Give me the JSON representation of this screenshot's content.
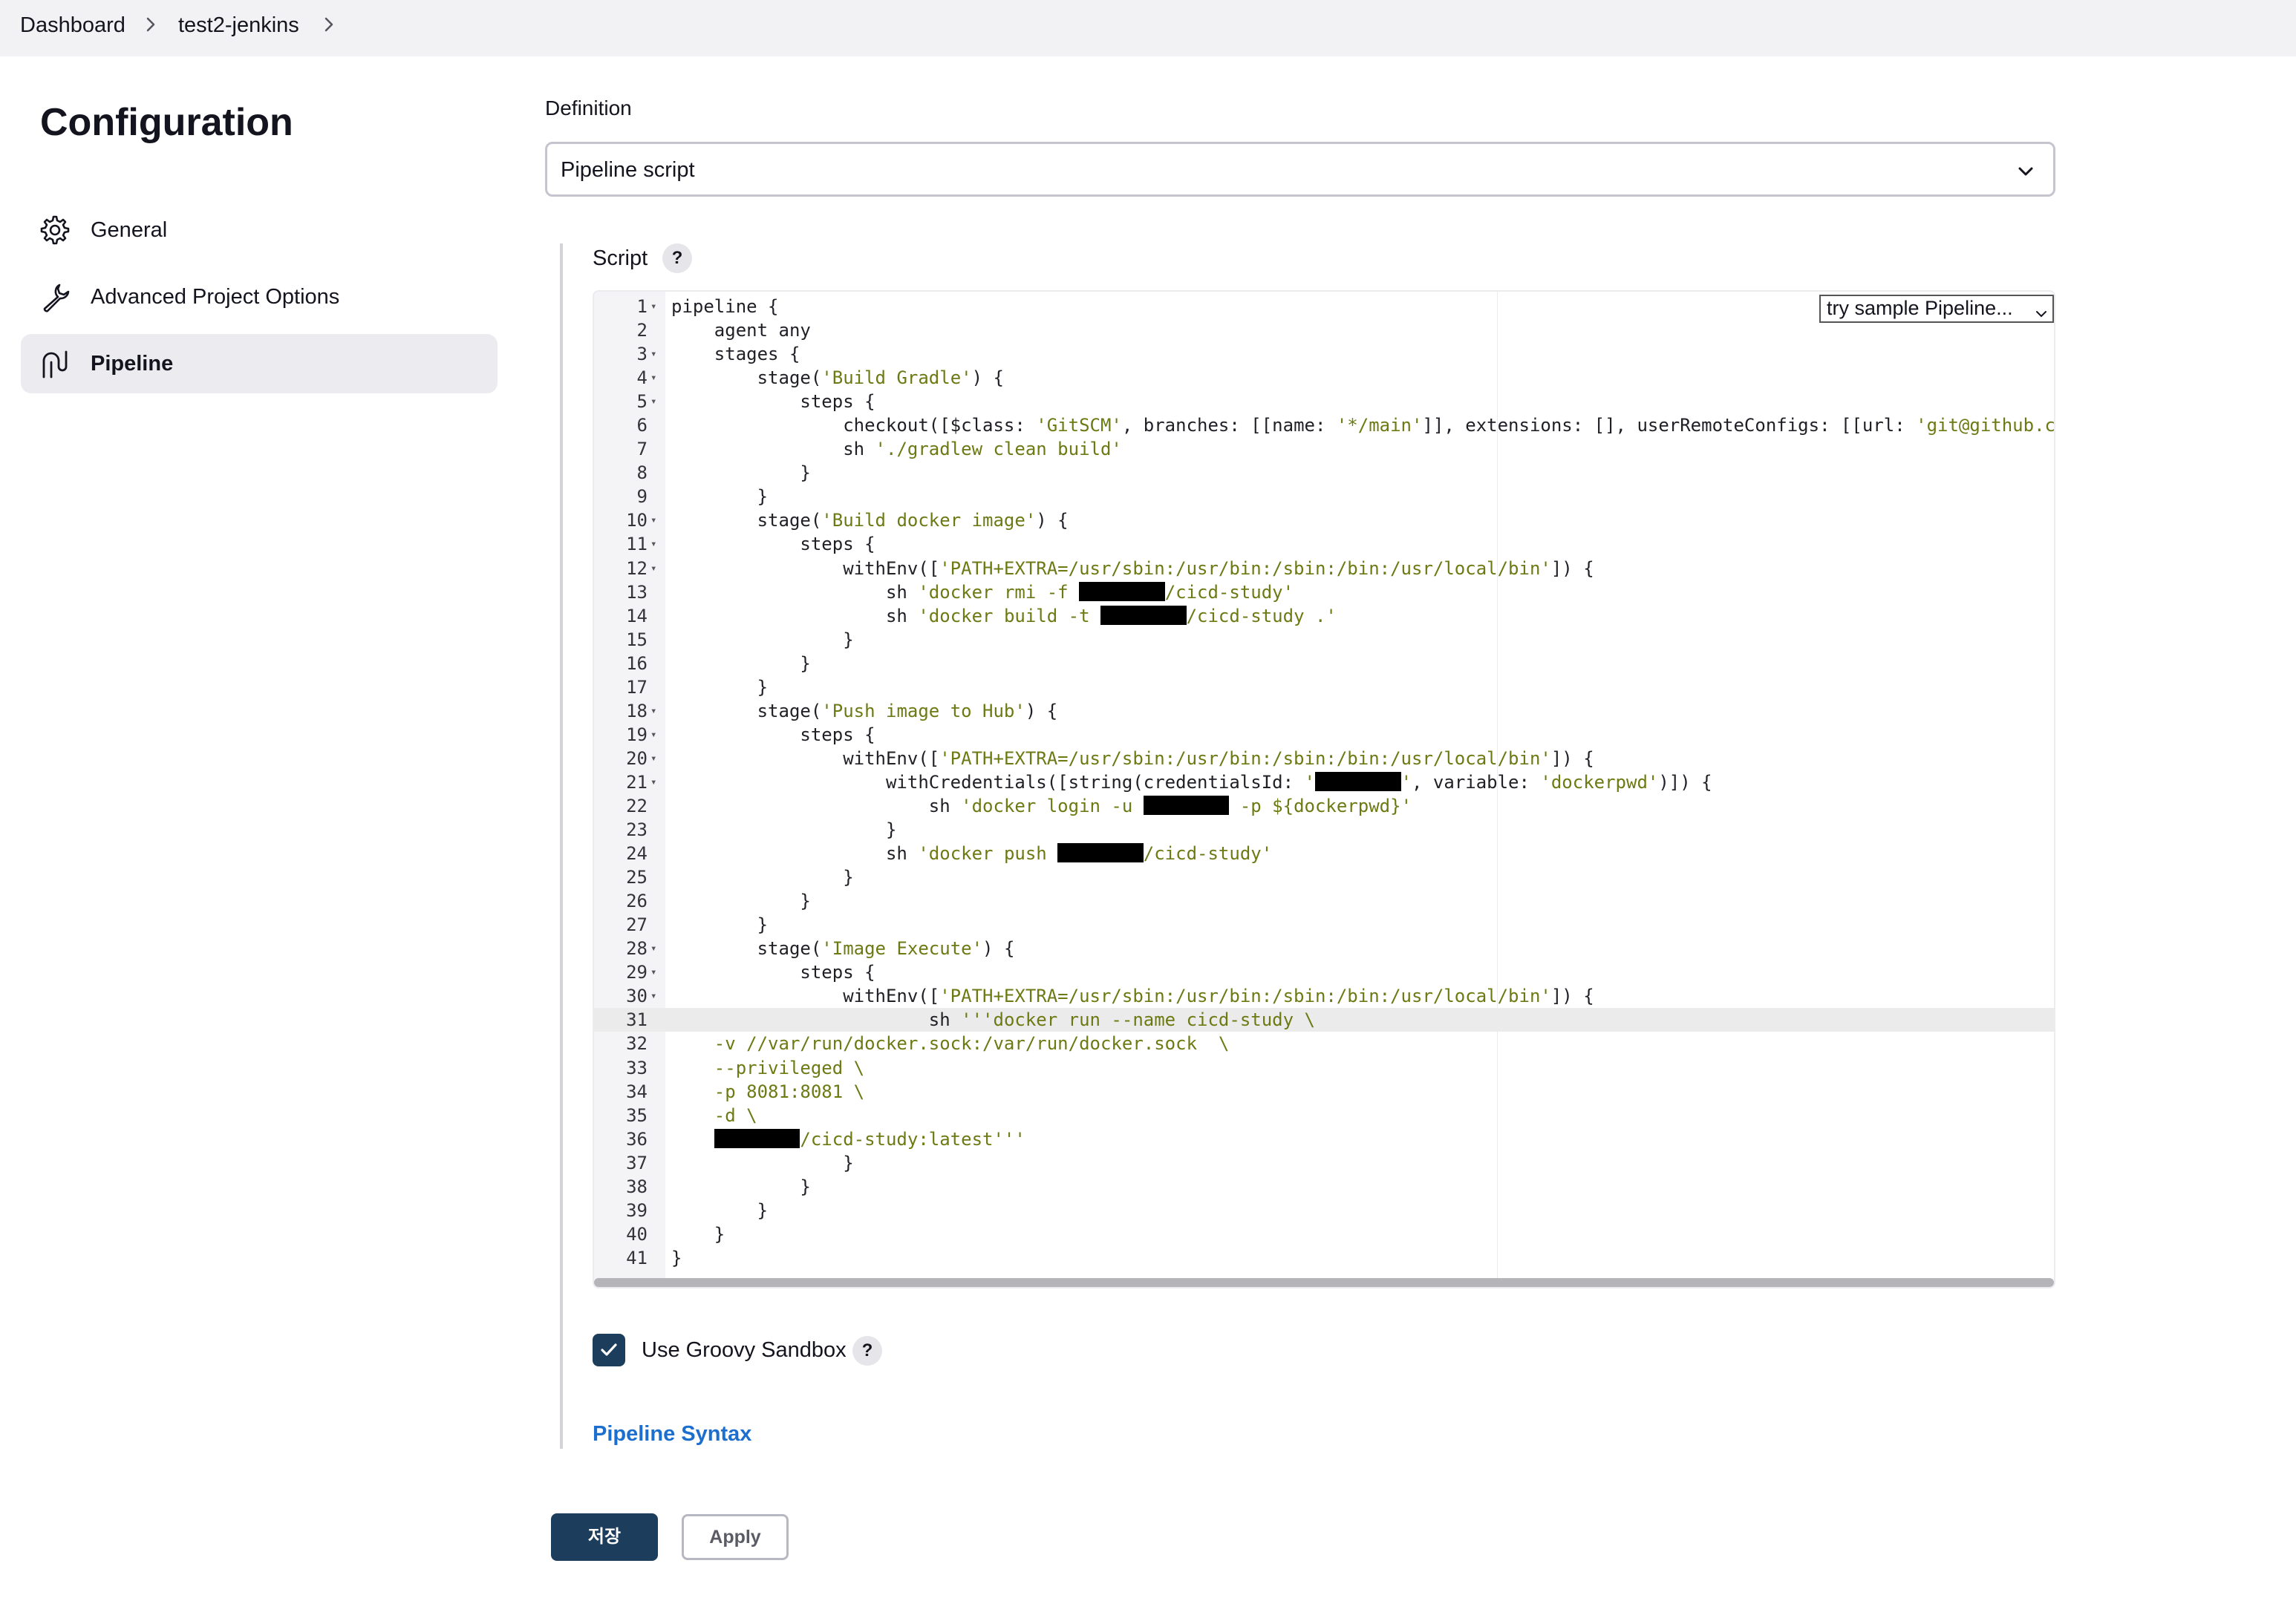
{
  "breadcrumb": {
    "items": [
      "Dashboard",
      "test2-jenkins"
    ]
  },
  "sidebar": {
    "title": "Configuration",
    "items": [
      {
        "label": "General",
        "icon": "gear-icon"
      },
      {
        "label": "Advanced Project Options",
        "icon": "wrench-icon"
      },
      {
        "label": "Pipeline",
        "icon": "pipeline-icon",
        "active": true
      }
    ]
  },
  "definition": {
    "label": "Definition",
    "selected": "Pipeline script"
  },
  "script": {
    "label": "Script",
    "help": "?",
    "sample_select": "try sample Pipeline...",
    "current_line": 31,
    "lines": [
      [
        {
          "t": "pipeline {"
        }
      ],
      [
        {
          "t": "    agent any"
        }
      ],
      [
        {
          "t": "    stages {"
        }
      ],
      [
        {
          "t": "        stage("
        },
        {
          "t": "'Build Gradle'",
          "s": 1
        },
        {
          "t": ") {"
        }
      ],
      [
        {
          "t": "            steps {"
        }
      ],
      [
        {
          "t": "                checkout([$class: "
        },
        {
          "t": "'GitSCM'",
          "s": 1
        },
        {
          "t": ", branches: [[name: "
        },
        {
          "t": "'*/main'",
          "s": 1
        },
        {
          "t": "]], extensions: [], userRemoteConfigs: [[url: "
        },
        {
          "t": "'git@github.com:mun",
          "s": 1
        }
      ],
      [
        {
          "t": "                sh "
        },
        {
          "t": "'./gradlew clean build'",
          "s": 1
        }
      ],
      [
        {
          "t": "            }"
        }
      ],
      [
        {
          "t": "        }"
        }
      ],
      [
        {
          "t": "        stage("
        },
        {
          "t": "'Build docker image'",
          "s": 1
        },
        {
          "t": ") {"
        }
      ],
      [
        {
          "t": "            steps {"
        }
      ],
      [
        {
          "t": "                withEnv(["
        },
        {
          "t": "'PATH+EXTRA=/usr/sbin:/usr/bin:/sbin:/bin:/usr/local/bin'",
          "s": 1
        },
        {
          "t": "]) {"
        }
      ],
      [
        {
          "t": "                    sh "
        },
        {
          "t": "'docker rmi -f ",
          "s": 1
        },
        {
          "r": 8
        },
        {
          "t": "/cicd-study'",
          "s": 1
        }
      ],
      [
        {
          "t": "                    sh "
        },
        {
          "t": "'docker build -t ",
          "s": 1
        },
        {
          "r": 8
        },
        {
          "t": "/cicd-study .'",
          "s": 1
        }
      ],
      [
        {
          "t": "                }"
        }
      ],
      [
        {
          "t": "            }"
        }
      ],
      [
        {
          "t": "        }"
        }
      ],
      [
        {
          "t": "        stage("
        },
        {
          "t": "'Push image to Hub'",
          "s": 1
        },
        {
          "t": ") {"
        }
      ],
      [
        {
          "t": "            steps {"
        }
      ],
      [
        {
          "t": "                withEnv(["
        },
        {
          "t": "'PATH+EXTRA=/usr/sbin:/usr/bin:/sbin:/bin:/usr/local/bin'",
          "s": 1
        },
        {
          "t": "]) {"
        }
      ],
      [
        {
          "t": "                    withCredentials([string(credentialsId: "
        },
        {
          "t": "'",
          "s": 1
        },
        {
          "r": 8
        },
        {
          "t": "'",
          "s": 1
        },
        {
          "t": ", variable: "
        },
        {
          "t": "'dockerpwd'",
          "s": 1
        },
        {
          "t": ")]) {"
        }
      ],
      [
        {
          "t": "                        sh "
        },
        {
          "t": "'docker login -u ",
          "s": 1
        },
        {
          "r": 8
        },
        {
          "t": " -p ${dockerpwd}'",
          "s": 1
        }
      ],
      [
        {
          "t": "                    }"
        }
      ],
      [
        {
          "t": "                    sh "
        },
        {
          "t": "'docker push ",
          "s": 1
        },
        {
          "r": 8
        },
        {
          "t": "/cicd-study'",
          "s": 1
        }
      ],
      [
        {
          "t": "                }"
        }
      ],
      [
        {
          "t": "            }"
        }
      ],
      [
        {
          "t": "        }"
        }
      ],
      [
        {
          "t": "        stage("
        },
        {
          "t": "'Image Execute'",
          "s": 1
        },
        {
          "t": ") {"
        }
      ],
      [
        {
          "t": "            steps {"
        }
      ],
      [
        {
          "t": "                withEnv(["
        },
        {
          "t": "'PATH+EXTRA=/usr/sbin:/usr/bin:/sbin:/bin:/usr/local/bin'",
          "s": 1
        },
        {
          "t": "]) {"
        }
      ],
      [
        {
          "t": "                        sh "
        },
        {
          "t": "'''docker run --name cicd-study \\",
          "s": 1
        }
      ],
      [
        {
          "t": "    -v //var/run/docker.sock:/var/run/docker.sock  \\",
          "s": 1
        }
      ],
      [
        {
          "t": "    --privileged \\",
          "s": 1
        }
      ],
      [
        {
          "t": "    -p 8081:8081 \\",
          "s": 1
        }
      ],
      [
        {
          "t": "    -d \\",
          "s": 1
        }
      ],
      [
        {
          "t": "    "
        },
        {
          "r": 8
        },
        {
          "t": "/cicd-study:latest'''",
          "s": 1
        }
      ],
      [
        {
          "t": "                }"
        }
      ],
      [
        {
          "t": "            }"
        }
      ],
      [
        {
          "t": "        }"
        }
      ],
      [
        {
          "t": "    }"
        }
      ],
      [
        {
          "t": "}"
        }
      ]
    ],
    "fold_lines": [
      1,
      3,
      4,
      5,
      10,
      11,
      12,
      18,
      19,
      20,
      21,
      28,
      29,
      30
    ]
  },
  "sandbox": {
    "label": "Use Groovy Sandbox",
    "checked": true,
    "help": "?"
  },
  "pipeline_syntax_link": "Pipeline Syntax",
  "buttons": {
    "save": "저장",
    "apply": "Apply"
  },
  "colors": {
    "primary": "#1d3d5c",
    "link": "#1c6fcf",
    "string": "#6d7a14"
  }
}
